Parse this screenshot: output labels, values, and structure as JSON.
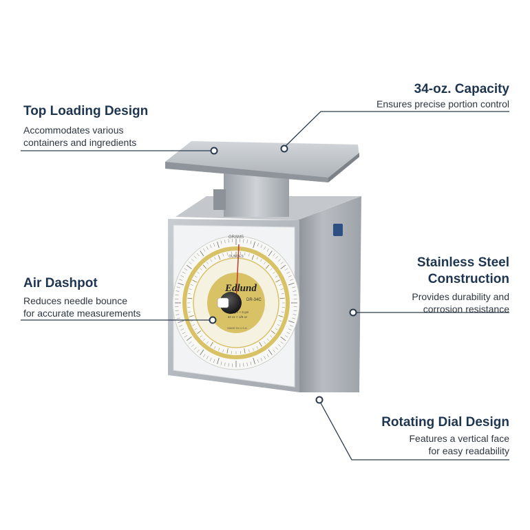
{
  "features": [
    {
      "id": "top-loading",
      "title": "Top Loading Design",
      "desc": [
        "Accommodates various",
        "containers and ingredients"
      ]
    },
    {
      "id": "capacity",
      "title": "34-oz. Capacity",
      "desc": [
        "Ensures precise portion control"
      ]
    },
    {
      "id": "dashpot",
      "title": "Air Dashpot",
      "desc": [
        "Reduces needle bounce",
        "for accurate measurements"
      ]
    },
    {
      "id": "stainless",
      "title": [
        "Stainless Steel",
        "Construction"
      ],
      "desc": [
        "Provides durability and",
        "corrosion resistance"
      ]
    },
    {
      "id": "rotating",
      "title": "Rotating Dial Design",
      "desc": [
        "Features a vertical face",
        "for easy readability"
      ]
    }
  ],
  "dial": {
    "brand": "Edlund",
    "model": "DR-34C",
    "outer_label": "GRAMS",
    "inner_label": "OUNCES",
    "capacity_text": "1000 gm × 5 gm",
    "capacity_text_2": "34 oz × 1/8 oz",
    "origin": "MADE IN U.S.A."
  },
  "colors": {
    "title": "#1e3550",
    "line": "#2a3a4c",
    "dial_gold": "#d9c266"
  }
}
